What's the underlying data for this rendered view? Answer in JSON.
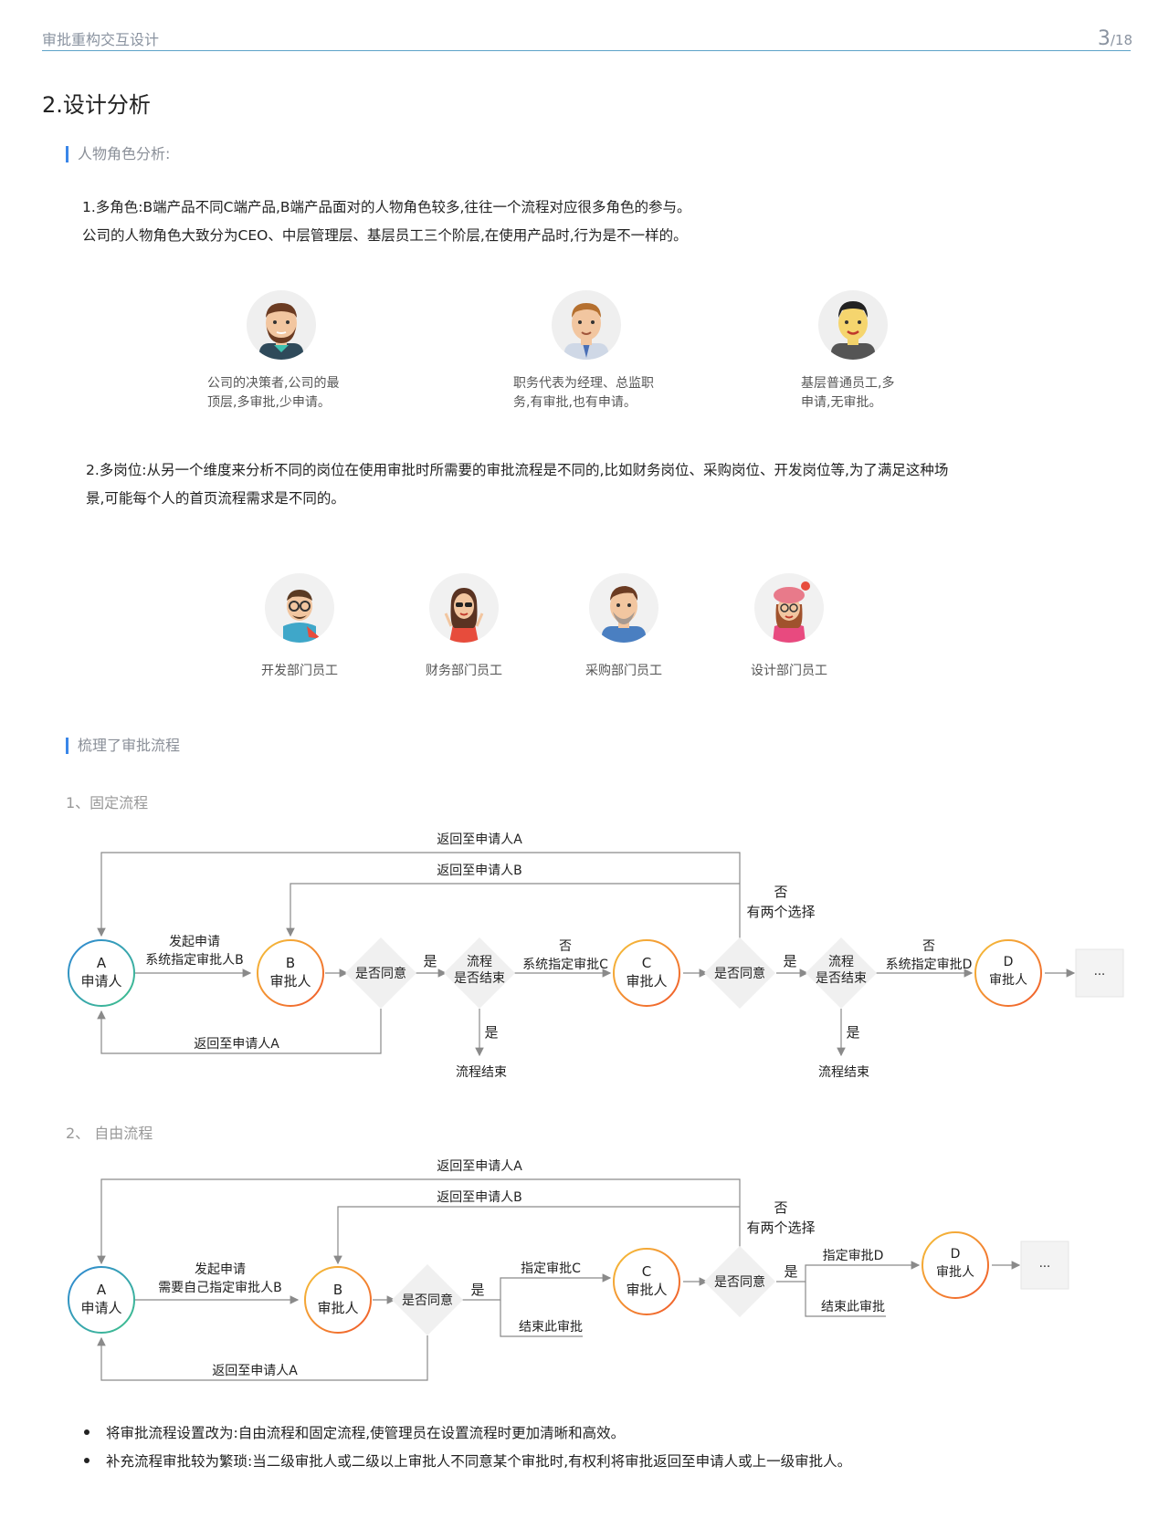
{
  "header": {
    "title": "审批重构交互设计",
    "page_current": "3",
    "page_total": "/18"
  },
  "section_title": "2.设计分析",
  "roles": {
    "heading": "人物角色分析:",
    "para1_line1": "1.多角色:B端产品不同C端产品,B端产品面对的人物角色较多,往往一个流程对应很多角色的参与。",
    "para1_line2": "公司的人物角色大致分为CEO、中层管理层、基层员工三个阶层,在使用产品时,行为是不一样的。",
    "personas": [
      {
        "line1": "公司的决策者,公司的最",
        "line2": "顶层,多审批,少申请。"
      },
      {
        "line1": "职务代表为经理、总监职",
        "line2": "务,有审批,也有申请。"
      },
      {
        "line1": "基层普通员工,多",
        "line2": "申请,无审批。"
      }
    ],
    "para2_line1": "2.多岗位:从另一个维度来分析不同的岗位在使用审批时所需要的审批流程是不同的,比如财务岗位、采购岗位、开发岗位等,为了满足这种场",
    "para2_line2": "景,可能每个人的首页流程需求是不同的。",
    "departments": [
      "开发部门员工",
      "财务部门员工",
      "采购部门员工",
      "设计部门员工"
    ]
  },
  "process": {
    "heading": "梳理了审批流程",
    "fixed_title": "1、固定流程",
    "free_title": "2、 自由流程",
    "labels": {
      "return_a": "返回至申请人A",
      "return_b": "返回至申请人B",
      "no": "否",
      "two_choices": "有两个选择",
      "start_apply": "发起申请",
      "sys_assign_b": "系统指定审批人B",
      "self_assign_b": "需要自己指定审批人B",
      "node_a_letter": "A",
      "node_a_text": "申请人",
      "node_b_letter": "B",
      "node_c_letter": "C",
      "node_d_letter": "D",
      "approver": "审批人",
      "agree": "是否同意",
      "yes": "是",
      "flow": "流程",
      "is_end": "是否结束",
      "sys_assign_c": "系统指定审批C",
      "sys_assign_d": "系统指定审批D",
      "flow_end": "流程结束",
      "assign_c": "指定审批C",
      "assign_d": "指定审批D",
      "end_this": "结束此审批",
      "ellipsis": "..."
    }
  },
  "bullets": [
    "将审批流程设置改为:自由流程和固定流程,使管理员在设置流程时更加清晰和高效。",
    "补充流程审批较为繁琐:当二级审批人或二级以上审批人不同意某个审批时,有权利将审批返回至申请人或上一级审批人。"
  ],
  "colors": {
    "accent_blue": "#3a86e8",
    "node_a": "#2f86d6",
    "node_orange": "#f08c2a",
    "line": "#8a8a8a",
    "diamond": "#f0f0f0"
  }
}
